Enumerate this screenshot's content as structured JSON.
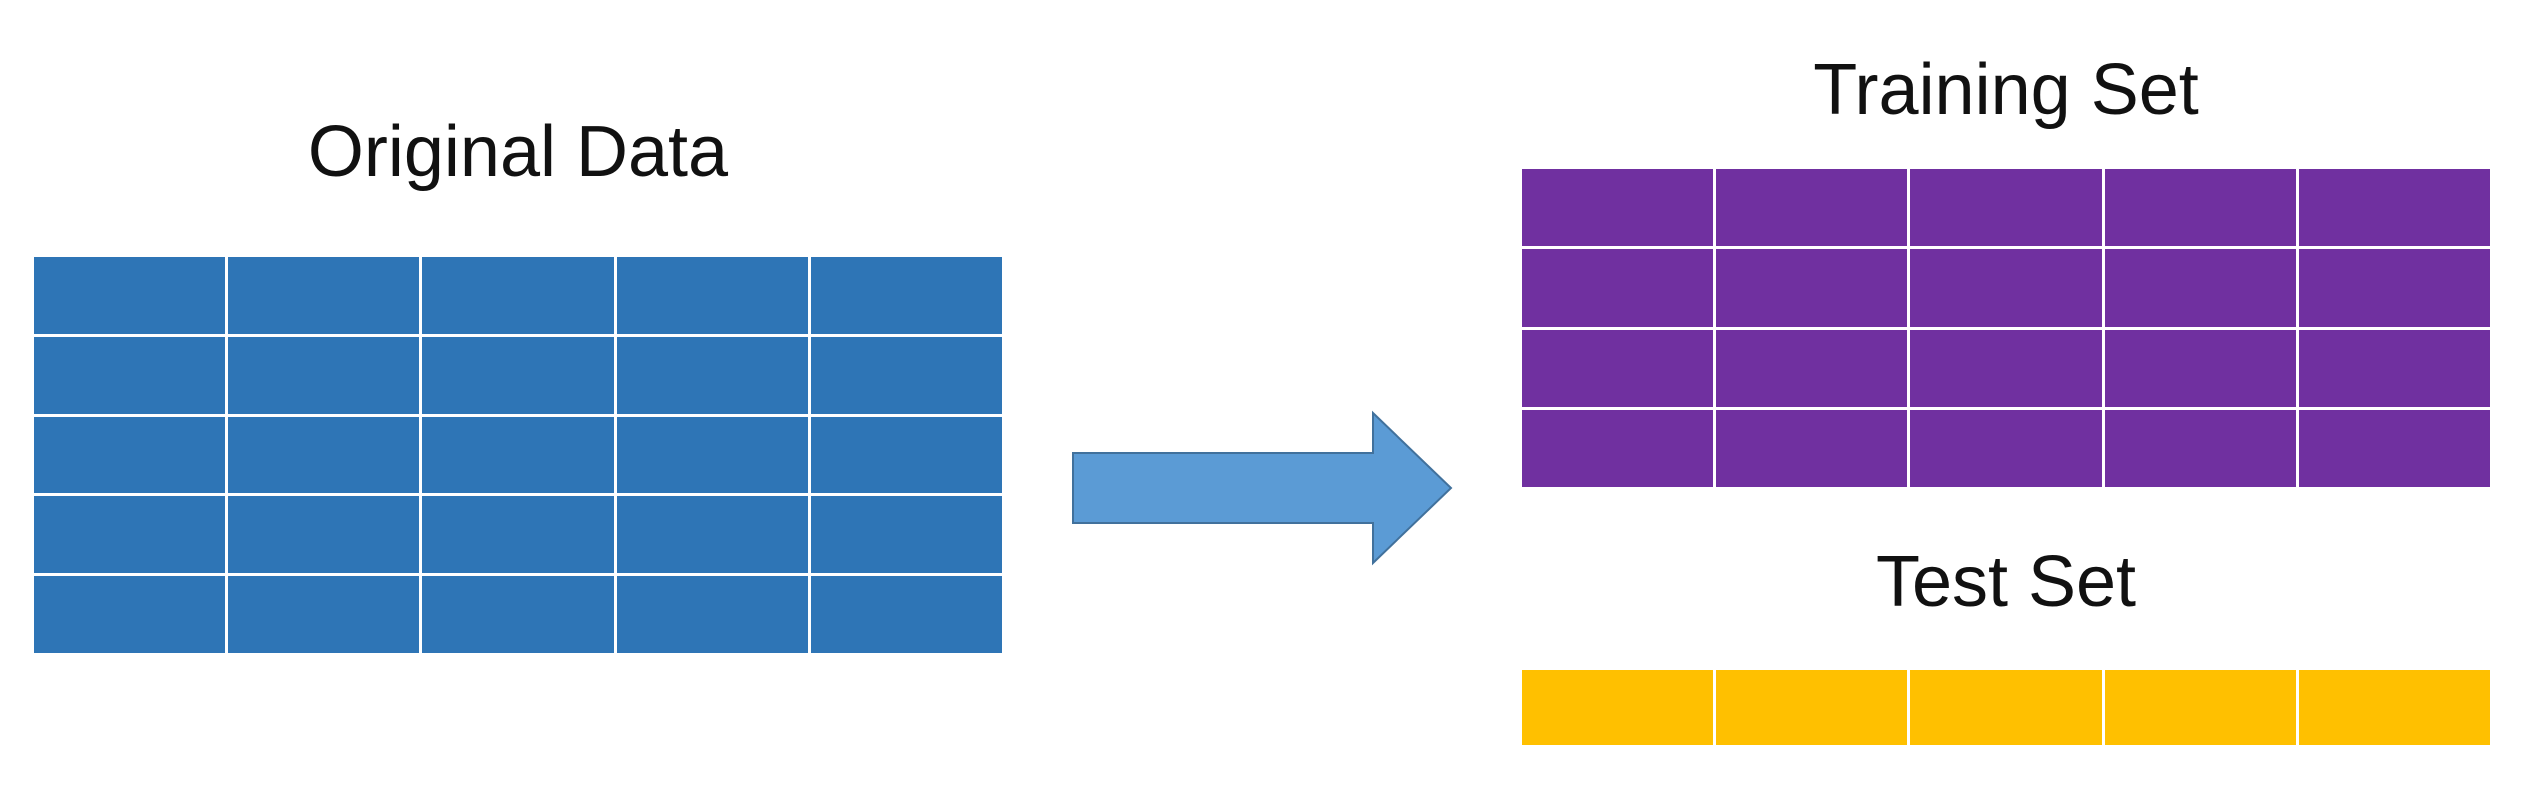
{
  "diagram": {
    "original": {
      "title": "Original Data",
      "rows": 5,
      "cols": 5,
      "color": "#2E75B6"
    },
    "training": {
      "title": "Training Set",
      "rows": 4,
      "cols": 5,
      "color": "#7030A0"
    },
    "test": {
      "title": "Test Set",
      "rows": 1,
      "cols": 5,
      "color": "#FFC000"
    },
    "arrow": {
      "icon": "right-arrow-icon",
      "fill": "#5B9BD5",
      "stroke": "#41719C"
    },
    "grid_line_color": "#ffffff"
  }
}
